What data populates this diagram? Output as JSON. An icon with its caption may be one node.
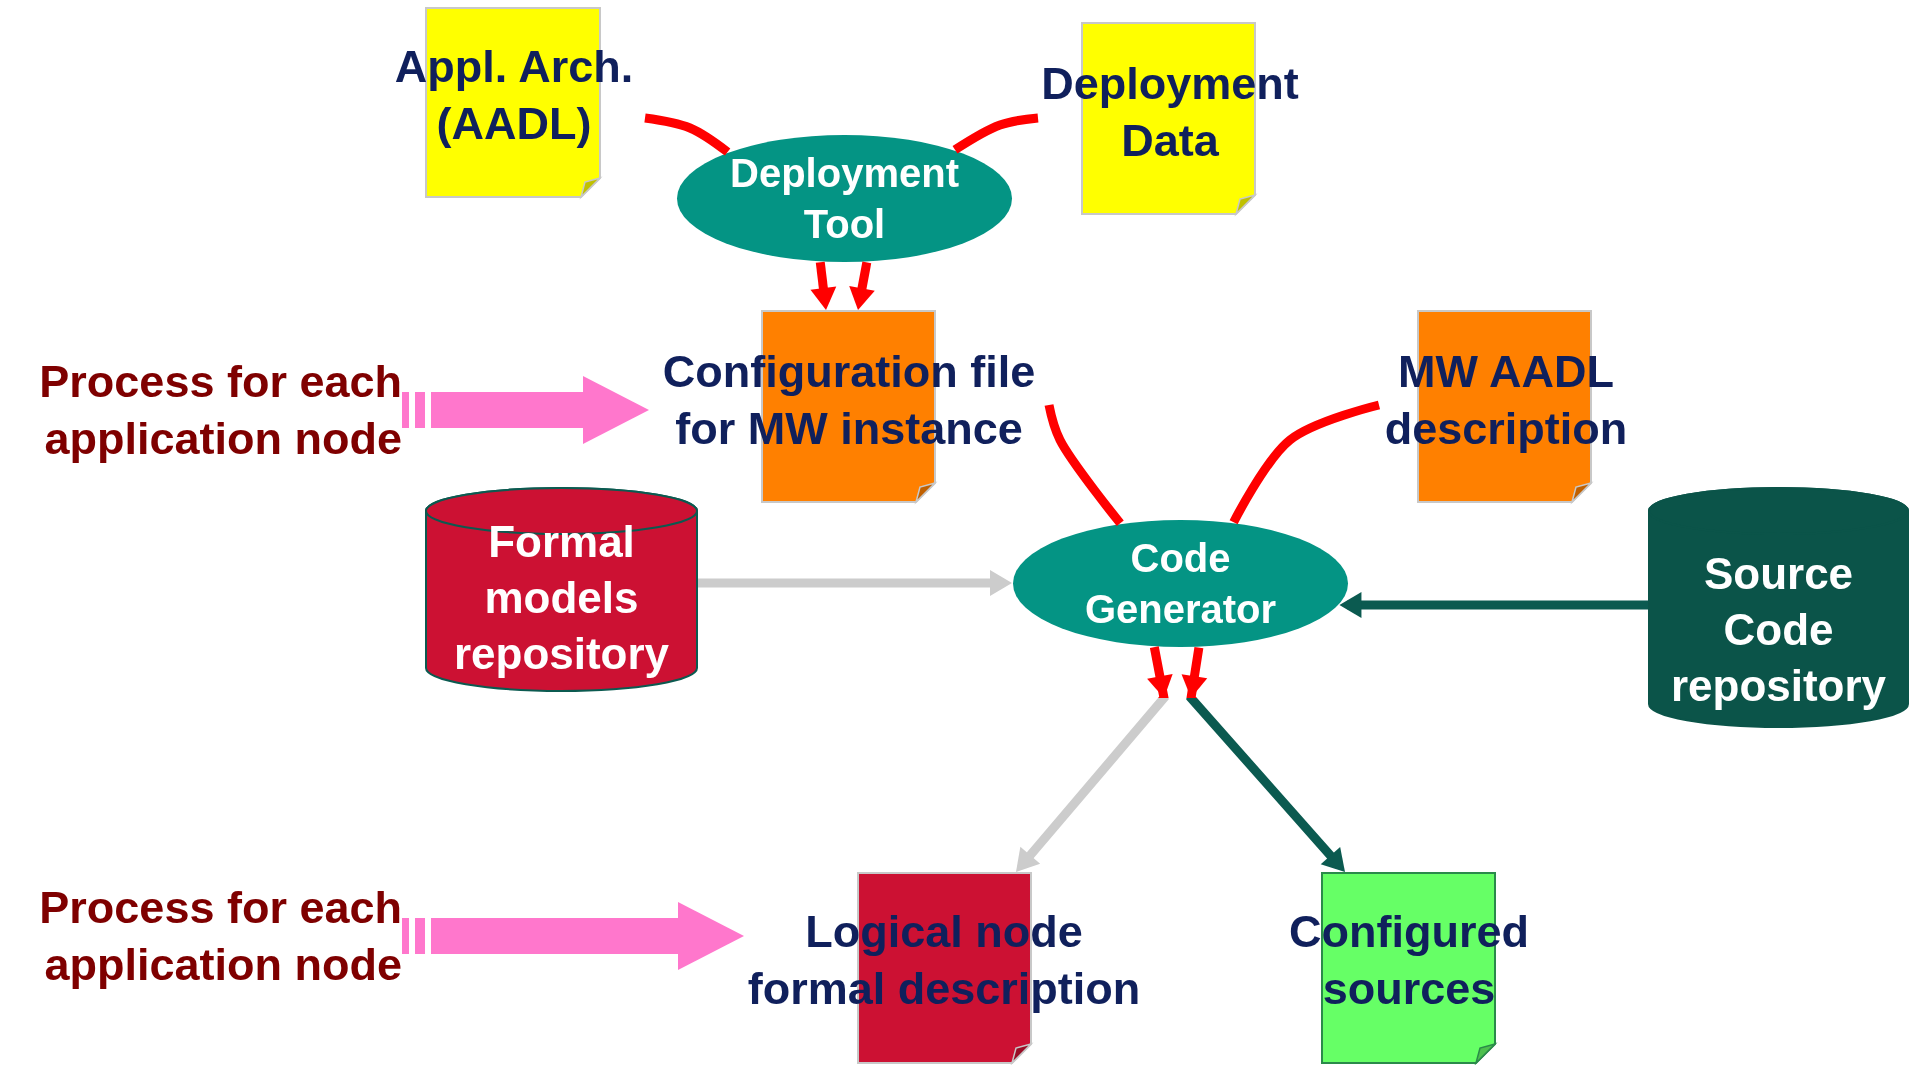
{
  "diagram": {
    "nodes": [
      {
        "text": [
          "Appl. Arch. (AADL)"
        ]
      },
      {
        "text": [
          "Deployment Tool"
        ]
      },
      {
        "text": [
          "Deployment Data"
        ]
      },
      {
        "text": [
          "Process for each application node"
        ]
      },
      {
        "text": [
          "Configuration file for MW instance"
        ]
      },
      {
        "text": [
          "MW AADL description"
        ]
      },
      {
        "text": [
          "Formal models repository"
        ]
      },
      {
        "text": [
          "Code Generator"
        ]
      },
      {
        "text": [
          "Source Code repository"
        ]
      },
      {
        "text": [
          "Process for each application node"
        ]
      },
      {
        "text": [
          "Logical node formal description"
        ]
      },
      {
        "text": [
          "Configured sources"
        ]
      }
    ],
    "edges": [
      {
        "from": 0,
        "to": 1,
        "arrow": "none"
      },
      {
        "from": 2,
        "to": 1,
        "arrow": "none"
      },
      {
        "from": 1,
        "to": 4,
        "arrow": "to"
      },
      {
        "from": 1,
        "to": 4,
        "arrow": "to"
      },
      {
        "from": 4,
        "to": 7,
        "arrow": "none"
      },
      {
        "from": 5,
        "to": 7,
        "arrow": "none"
      },
      {
        "from": 7,
        "to": 10,
        "arrow": "to",
        "color": "#cccccc"
      },
      {
        "from": 7,
        "to": 11,
        "arrow": "to",
        "color": "#0b5a50"
      },
      {
        "from": 6,
        "to": 7,
        "arrow": "to",
        "color": "#cccccc"
      },
      {
        "from": 8,
        "to": 7,
        "arrow": "to",
        "color": "#0b5a50"
      },
      {
        "from": 3,
        "to": 4,
        "arrow": "to",
        "style": "thick",
        "color": "#ff77cc"
      },
      {
        "from": 9,
        "to": 10,
        "arrow": "to",
        "style": "thick",
        "color": "#ff77cc"
      }
    ]
  }
}
